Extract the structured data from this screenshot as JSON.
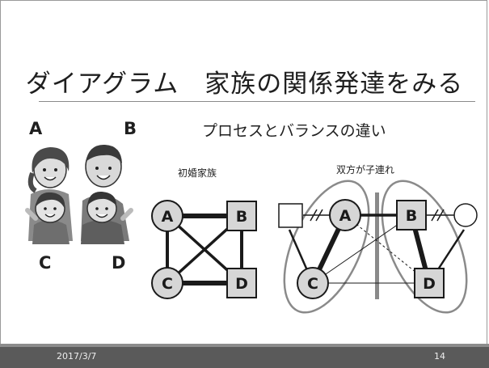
{
  "slide": {
    "title": "ダイアグラム　家族の関係発達をみる",
    "subtitle": "プロセスとバランスの違い",
    "footer_date": "2017/3/7",
    "page_number": "14"
  },
  "family_image": {
    "labels": {
      "a": "A",
      "b": "B",
      "c": "C",
      "d": "D"
    }
  },
  "diagram_first_marriage": {
    "caption": "初婚家族",
    "nodes": {
      "a": "A",
      "b": "B",
      "c": "C",
      "d": "D"
    }
  },
  "diagram_stepfamily": {
    "caption": "双方が子連れ",
    "nodes": {
      "a": "A",
      "b": "B",
      "c": "C",
      "d": "D"
    }
  },
  "colors": {
    "node_fill": "#d6d6d6",
    "line": "#1a1a1a",
    "ellipse": "#8a8a8a",
    "footer": "#5a5a5a"
  }
}
